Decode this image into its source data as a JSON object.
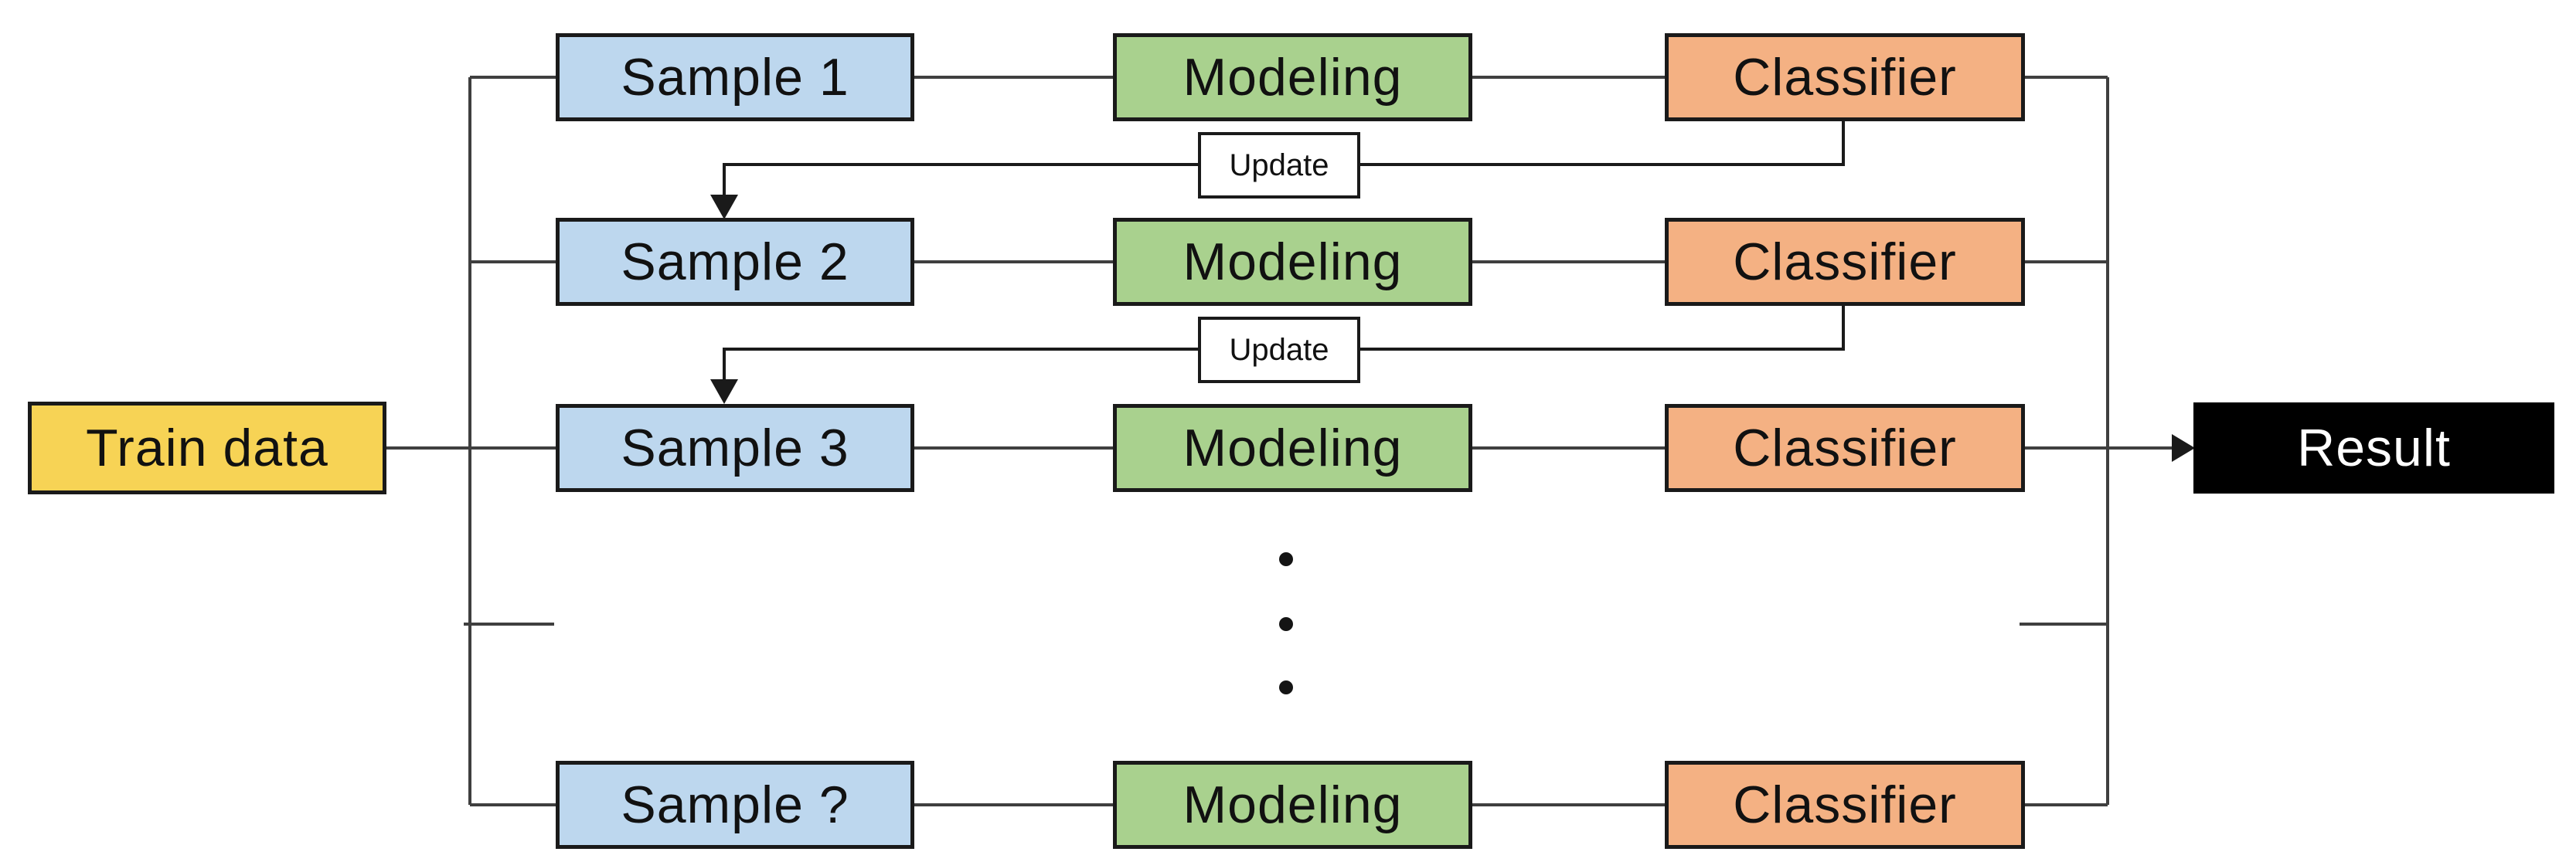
{
  "diagram": {
    "train": {
      "label": "Train data"
    },
    "result": {
      "label": "Result"
    },
    "updates": [
      {
        "label": "Update"
      },
      {
        "label": "Update"
      }
    ],
    "rows": [
      {
        "sample": "Sample 1",
        "modeling": "Modeling",
        "classifier": "Classifier"
      },
      {
        "sample": "Sample 2",
        "modeling": "Modeling",
        "classifier": "Classifier"
      },
      {
        "sample": "Sample 3",
        "modeling": "Modeling",
        "classifier": "Classifier"
      },
      {
        "sample": "Sample ?",
        "modeling": "Modeling",
        "classifier": "Classifier"
      }
    ],
    "ellipsis": {
      "icon": "vertical-ellipsis-icon",
      "dot_count": 3
    },
    "colors": {
      "train_fill": "#F7D355",
      "sample_fill": "#BDD7EE",
      "modeling_fill": "#A9D18E",
      "classifier_fill": "#F4B183",
      "result_fill": "#000000",
      "result_text": "#FFFFFF",
      "update_fill": "#FFFFFF",
      "box_border": "#1A1A1A",
      "wire": "#3F3F3F",
      "arrow": "#1A1A1A"
    }
  }
}
